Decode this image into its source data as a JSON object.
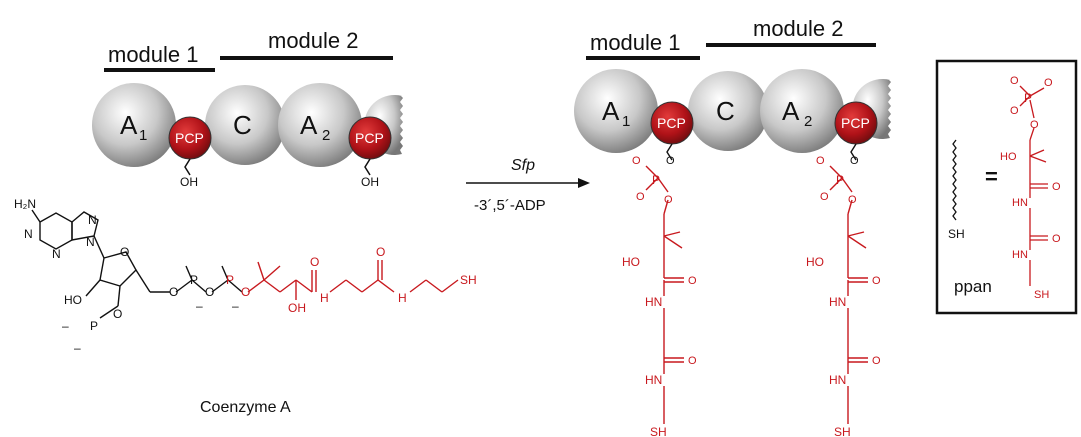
{
  "left_assembly": {
    "module1_label": "module 1",
    "module2_label": "module 2",
    "domains": [
      "A",
      "PCP",
      "C",
      "A",
      "PCP"
    ],
    "a1_sub": "1",
    "a2_sub": "2",
    "oh_label": "OH"
  },
  "reaction": {
    "enzyme": "Sfp",
    "byproduct": "-3´,5´-ADP"
  },
  "right_assembly": {
    "module1_label": "module 1",
    "module2_label": "module 2"
  },
  "coenzyme": {
    "name": "Coenzyme A",
    "h2n": "H₂N",
    "n": "N",
    "o": "O",
    "ho": "HO",
    "oh": "OH",
    "p": "P",
    "nh": "H",
    "sh": "SH",
    "minus": "–"
  },
  "ppant": {
    "ho": "HO",
    "hn": "HN",
    "sh": "SH",
    "o": "O",
    "p": "P"
  },
  "legend_box": {
    "equals": "=",
    "sh_label": "SH",
    "name": "ppan"
  },
  "colors": {
    "pcp_fill": "#b01218",
    "domain_grey": "#c8c8c8",
    "ppant_red": "#c8191e",
    "ink": "#111111"
  }
}
